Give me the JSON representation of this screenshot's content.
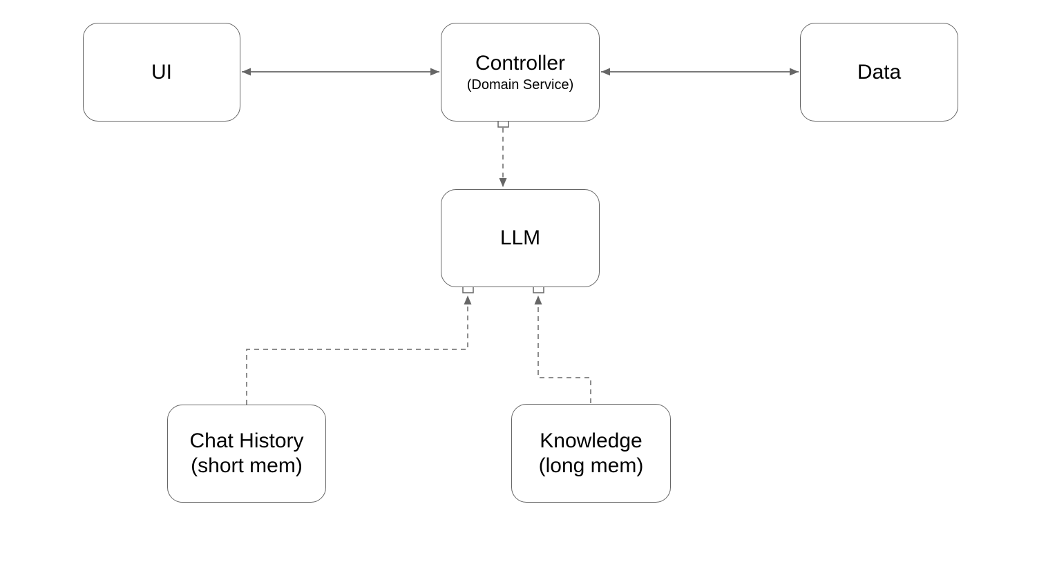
{
  "diagram": {
    "background_color": "#ffffff",
    "stroke_color": "#666666",
    "text_color": "#000000",
    "nodes": {
      "ui": {
        "label": "UI"
      },
      "controller": {
        "label": "Controller",
        "sublabel": "(Domain Service)"
      },
      "data": {
        "label": "Data"
      },
      "llm": {
        "label": "LLM"
      },
      "chat_history": {
        "label": "Chat History",
        "sublabel": "(short mem)"
      },
      "knowledge": {
        "label": "Knowledge",
        "sublabel": "(long mem)"
      }
    },
    "edges": [
      {
        "from": "ui",
        "to": "controller",
        "style": "solid",
        "direction": "both"
      },
      {
        "from": "controller",
        "to": "data",
        "style": "solid",
        "direction": "both"
      },
      {
        "from": "controller",
        "to": "llm",
        "style": "dashed",
        "direction": "to"
      },
      {
        "from": "chat_history",
        "to": "llm",
        "style": "dashed",
        "direction": "to"
      },
      {
        "from": "knowledge",
        "to": "llm",
        "style": "dashed",
        "direction": "to"
      }
    ]
  }
}
